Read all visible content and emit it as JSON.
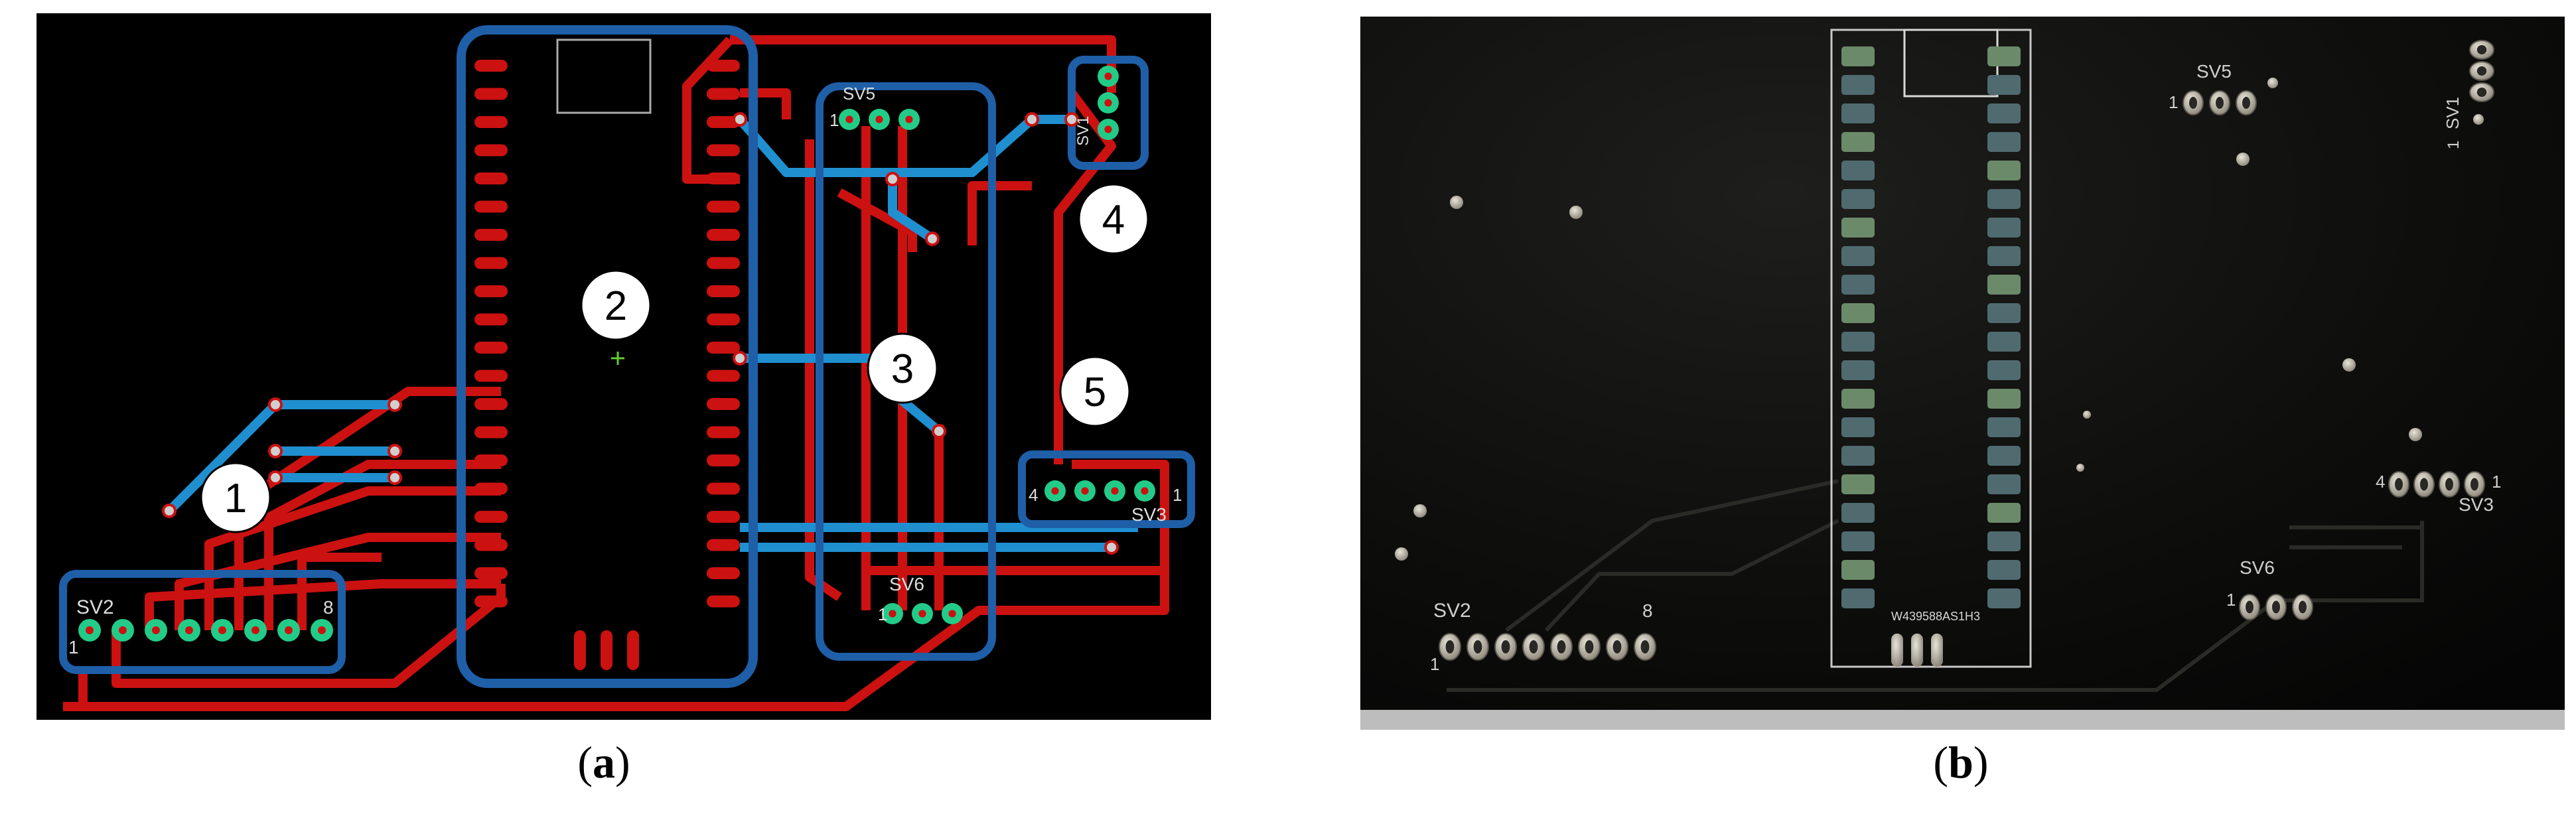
{
  "panel_a": {
    "caption_letter": "a",
    "connectors": {
      "sv2": {
        "name": "SV2",
        "pin_first": "1",
        "pin_last": "8"
      },
      "sv3": {
        "name": "SV3",
        "pin_first": "4",
        "pin_last": "1"
      },
      "sv5": {
        "name": "SV5",
        "pin_first": "1"
      },
      "sv6": {
        "name": "SV6",
        "pin_first": "1"
      },
      "sv1": {
        "name": "SV1"
      }
    },
    "callouts": [
      "1",
      "2",
      "3",
      "4",
      "5"
    ],
    "colors": {
      "board": "#000000",
      "top_trace": "#cc1111",
      "bottom_trace": "#1f8fd0",
      "pad": "#22cc88",
      "highlight": "#1f5fa8"
    }
  },
  "panel_b": {
    "caption_letter": "b",
    "silkscreen": {
      "sv2": "SV2",
      "sv2_pin1": "1",
      "sv2_pin8": "8",
      "sv3": "SV3",
      "sv3_pin4": "4",
      "sv3_pin1": "1",
      "sv5": "SV5",
      "sv5_pin1": "1",
      "sv6": "SV6",
      "sv6_pin1": "1",
      "sv1": "SV1",
      "sv1_pin1": "1",
      "chip_code": "W439588AS1H3"
    }
  }
}
